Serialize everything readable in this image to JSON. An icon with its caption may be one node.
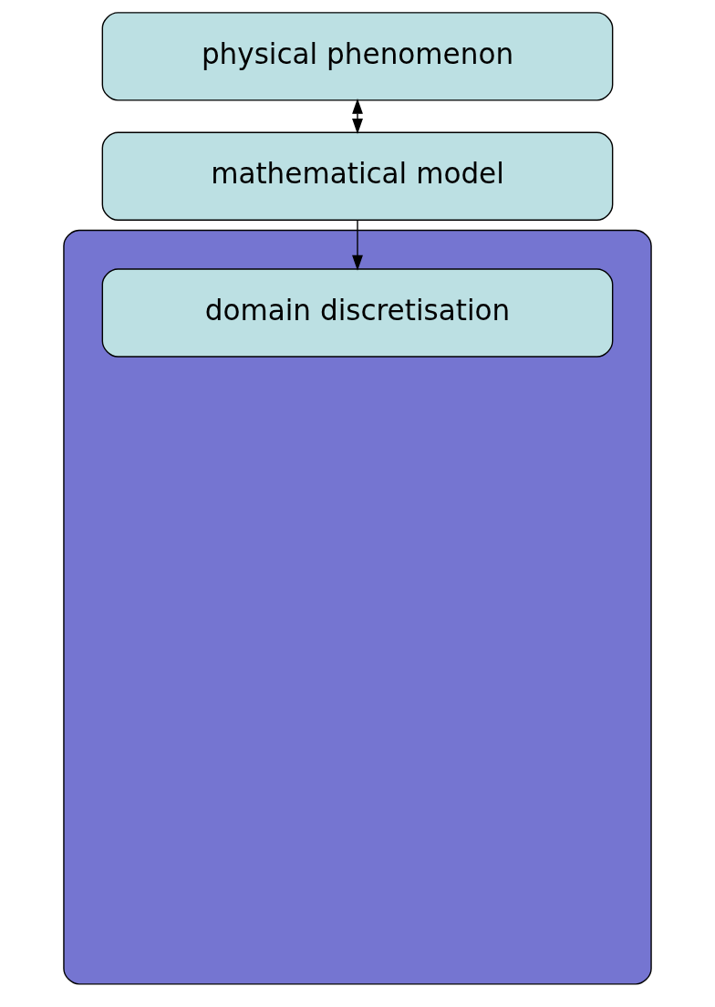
{
  "diagram": {
    "nodes": [
      {
        "text": [
          "physical phenomenon"
        ]
      },
      {
        "text": [
          "mathematical model"
        ]
      },
      {
        "text": [],
        "shape": "box"
      },
      {
        "text": [
          "domain discretisation"
        ],
        "in": 2
      }
    ],
    "edges": [
      {
        "from": 0,
        "to": 1,
        "arrow": "both"
      },
      {
        "from": 1,
        "to": 3,
        "arrow": "to"
      }
    ]
  }
}
